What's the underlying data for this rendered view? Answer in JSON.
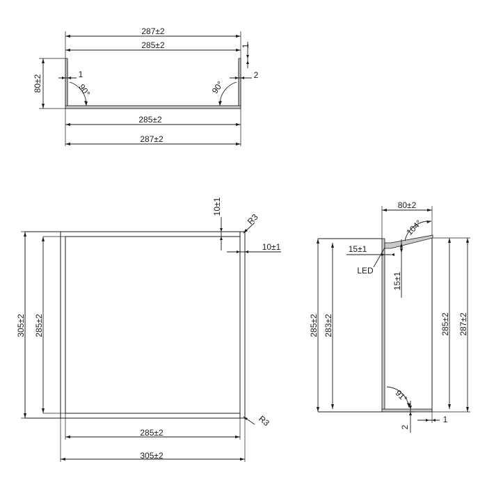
{
  "front_view": {
    "outer_width": "287±2",
    "inner_width": "285±2",
    "height": "80±2",
    "wall": "1",
    "flange": "1",
    "flange_gap": "2",
    "angle_left": "90°",
    "angle_right": "90°",
    "bottom_inner": "285±2",
    "bottom_outer": "287±2"
  },
  "top_view": {
    "height_outer": "305±2",
    "height_inner": "285±2",
    "offset_top": "10±1",
    "offset_right": "10±1",
    "radius_top": "R3",
    "radius_bottom": "R3",
    "width_inner": "285±2",
    "width_outer": "305±2"
  },
  "side_view": {
    "depth": "80±2",
    "angle_top": "104°",
    "ledge": "15±1",
    "ledge_vertical": "15±1",
    "led_label": "LED",
    "height_left_outer": "285±2",
    "height_left_inner": "283±2",
    "height_right_inner": "285±2",
    "height_right_outer": "287±2",
    "angle_bottom": "91°",
    "foot_1": "1",
    "foot_2": "2"
  }
}
